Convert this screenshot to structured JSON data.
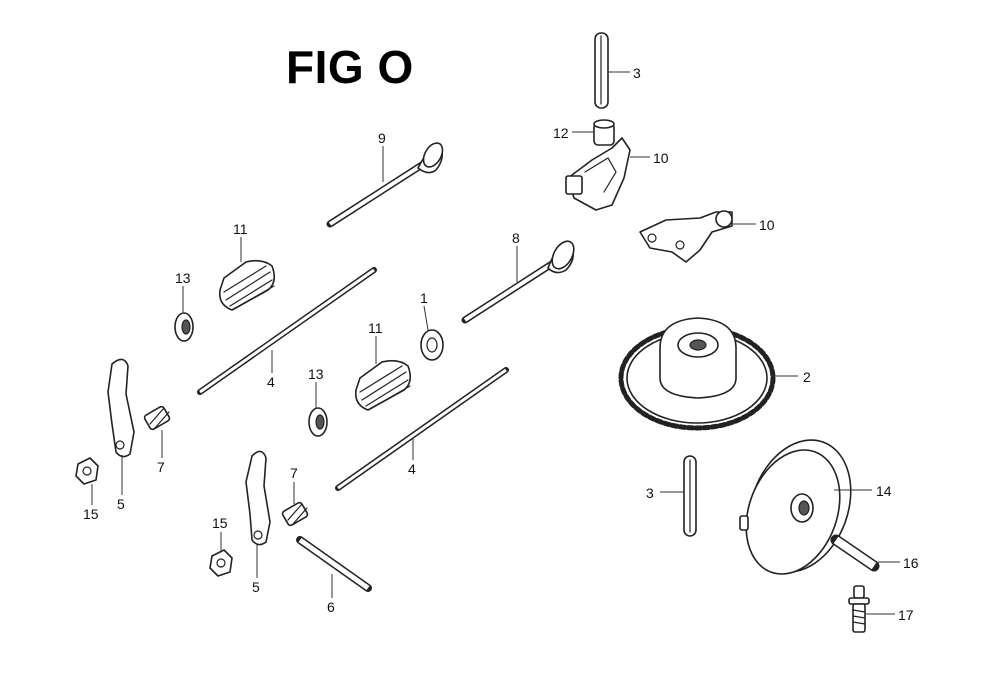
{
  "figure": {
    "title": "FIG O"
  },
  "callouts": {
    "c1": "1",
    "c2": "2",
    "c3a": "3",
    "c3b": "3",
    "c4a": "4",
    "c4b": "4",
    "c5a": "5",
    "c5b": "5",
    "c6": "6",
    "c7a": "7",
    "c7b": "7",
    "c8": "8",
    "c9": "9",
    "c10a": "10",
    "c10b": "10",
    "c11a": "11",
    "c11b": "11",
    "c12": "12",
    "c13a": "13",
    "c13b": "13",
    "c14": "14",
    "c15a": "15",
    "c15b": "15",
    "c16": "16",
    "c17": "17"
  }
}
